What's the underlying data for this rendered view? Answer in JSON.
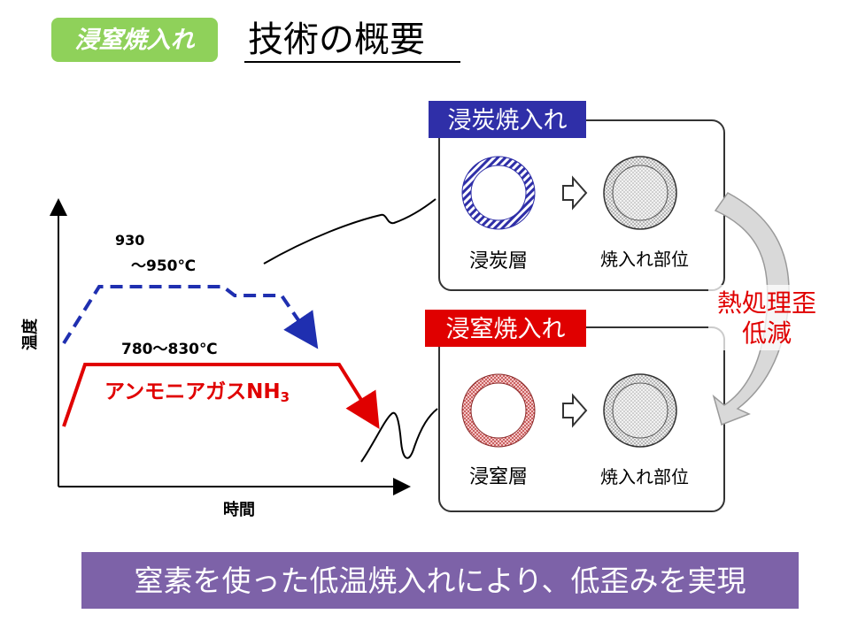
{
  "header": {
    "badge": "浸窒焼入れ",
    "title": "技術の概要"
  },
  "graph": {
    "y_axis_label": "温度",
    "x_axis_label": "時間",
    "carburizing_temp_line1": "930",
    "carburizing_temp_line2": "～950℃",
    "nitriding_temp": "780～830℃",
    "gas_label": "アンモニアガスNH",
    "gas_subscript": "3"
  },
  "carburizing": {
    "title": "浸炭焼入れ",
    "layer_label": "浸炭層",
    "hardened_label": "焼入れ部位"
  },
  "nitriding": {
    "title": "浸窒焼入れ",
    "layer_label": "浸窒層",
    "hardened_label": "焼入れ部位"
  },
  "distortion": {
    "line1": "熱処理歪",
    "line2": "低減"
  },
  "summary": "窒素を使った低温焼入れにより、低歪みを実現",
  "colors": {
    "badge_green": "#8fd15a",
    "carburizing_blue": "#2f2fa8",
    "carburizing_dash": "#1f2fb0",
    "nitriding_red": "#e00000",
    "summary_purple": "#7d62a8",
    "arrow_gray": "#d9d9d9"
  }
}
